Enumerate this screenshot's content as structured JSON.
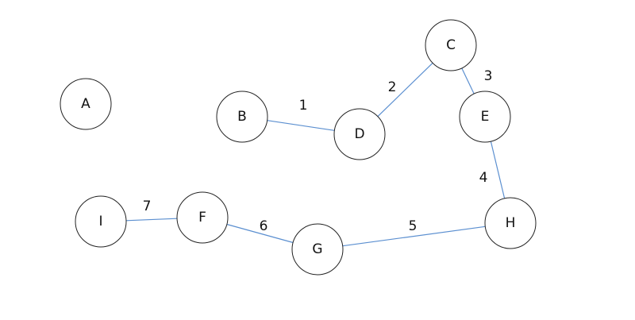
{
  "colors": {
    "edge": "#5b8fd0",
    "node_stroke": "#222222",
    "text": "#111111",
    "background": "#ffffff"
  },
  "nodes": [
    {
      "id": "A",
      "label": "A"
    },
    {
      "id": "B",
      "label": "B"
    },
    {
      "id": "C",
      "label": "C"
    },
    {
      "id": "D",
      "label": "D"
    },
    {
      "id": "E",
      "label": "E"
    },
    {
      "id": "F",
      "label": "F"
    },
    {
      "id": "G",
      "label": "G"
    },
    {
      "id": "H",
      "label": "H"
    },
    {
      "id": "I",
      "label": "I"
    }
  ],
  "edges": [
    {
      "from": "B",
      "to": "D",
      "label": "1"
    },
    {
      "from": "D",
      "to": "C",
      "label": "2"
    },
    {
      "from": "C",
      "to": "E",
      "label": "3"
    },
    {
      "from": "E",
      "to": "H",
      "label": "4"
    },
    {
      "from": "H",
      "to": "G",
      "label": "5"
    },
    {
      "from": "G",
      "to": "F",
      "label": "6"
    },
    {
      "from": "F",
      "to": "I",
      "label": "7"
    }
  ]
}
